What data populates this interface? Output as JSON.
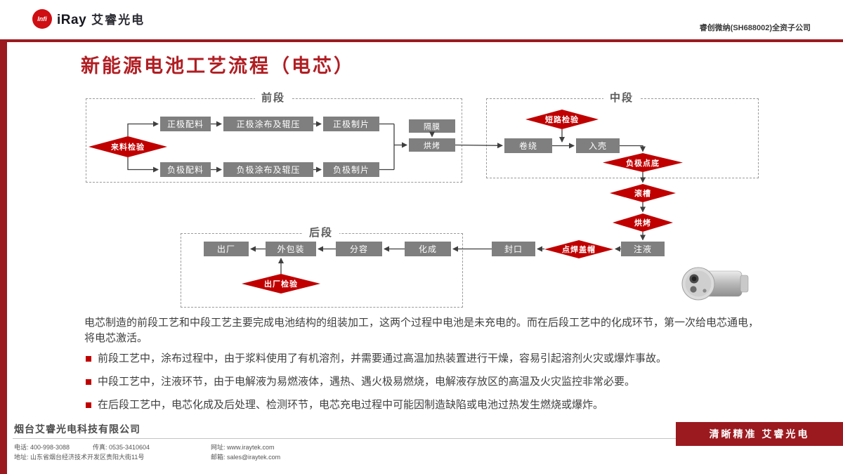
{
  "header": {
    "logo": {
      "mark": "Infi",
      "brand": "iRay",
      "brand_cn": "艾睿光电"
    },
    "right_text": "睿创微纳(SH688002)全资子公司"
  },
  "title": "新能源电池工艺流程（电芯）",
  "diagram": {
    "sections": {
      "front": "前段",
      "middle": "中段",
      "back": "后段"
    },
    "nodes": {
      "incoming_inspection": "来料检验",
      "cathode_batching": "正极配料",
      "cathode_coating": "正极涂布及辊压",
      "cathode_sheeting": "正极制片",
      "anode_batching": "负极配料",
      "anode_coating": "负极涂布及辊压",
      "anode_sheeting": "负极制片",
      "separator": "隔膜",
      "baking_front": "烘烤",
      "short_circuit_test": "短路检验",
      "winding": "卷绕",
      "casing": "入壳",
      "anode_spot_weld": "负极点底",
      "grooving": "滚槽",
      "baking_middle": "烘烤",
      "electrolyte_filling": "注液",
      "cap_welding": "点焊盖帽",
      "sealing": "封口",
      "formation": "化成",
      "capacity_grading": "分容",
      "packaging": "外包装",
      "shipping": "出厂",
      "outgoing_inspection": "出厂检验"
    }
  },
  "body": {
    "paragraph": "电芯制造的前段工艺和中段工艺主要完成电池结构的组装加工，这两个过程中电池是未充电的。而在后段工艺中的化成环节，第一次给电芯通电，将电芯激活。",
    "bullets": [
      "前段工艺中，涂布过程中，由于浆料使用了有机溶剂，并需要通过高温加热装置进行干燥，容易引起溶剂火灾或爆炸事故。",
      "中段工艺中，注液环节，由于电解液为易燃液体，遇热、遇火极易燃烧，电解液存放区的高温及火灾监控非常必要。",
      "在后段工艺中，电芯化成及后处理、检测环节，电芯充电过程中可能因制造缺陷或电池过热发生燃烧或爆炸。"
    ]
  },
  "footer": {
    "company": "烟台艾睿光电科技有限公司",
    "phone": "电话: 400-998-3088",
    "fax": "传真: 0535-3410604",
    "web": "网址: www.iraytek.com",
    "address": "地址: 山东省烟台经济技术开发区贵阳大街11号",
    "email": "邮箱: sales@iraytek.com",
    "tagline": "清晰精准  艾睿光电"
  },
  "colors": {
    "brand_red": "#9B1A1F",
    "title_red": "#B01E23",
    "diamond_red": "#C00000",
    "box_grey": "#7F7F7F"
  }
}
